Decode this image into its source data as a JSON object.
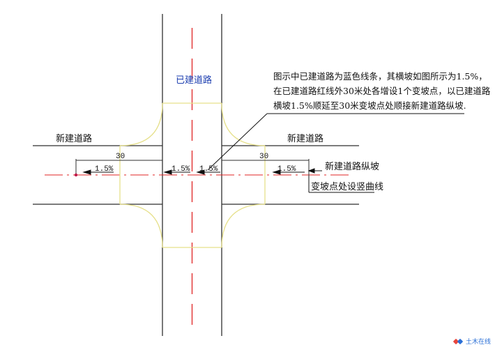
{
  "labels": {
    "existing_road": "已建道路",
    "new_road_left": "新建道路",
    "new_road_right": "新建道路",
    "dist_left": "30",
    "dist_right": "30",
    "slope_1": "1.5%",
    "slope_2": "1.5%",
    "slope_3": "1.5%",
    "slope_4": "1.5%",
    "longitudinal_slope": "新建道路纵坡",
    "vertical_curve": "变坡点处设竖曲线"
  },
  "note": {
    "line1": "图示中已建道路为蓝色线条，其横坡如图所示为1.5%，",
    "line2": "在已建道路红线外30米处各增设1个变坡点，以已建道路",
    "line3": "横坡1.5%顺延至30米变坡点处顺接新建道路纵坡."
  },
  "watermark": {
    "text": "土木在线"
  },
  "colors": {
    "road_line": "#2f2f2f",
    "centerline": "#e02424",
    "curb": "#e6e08a",
    "existing_road_text": "#1d3fb0",
    "watermark": "#2a6fd6"
  }
}
